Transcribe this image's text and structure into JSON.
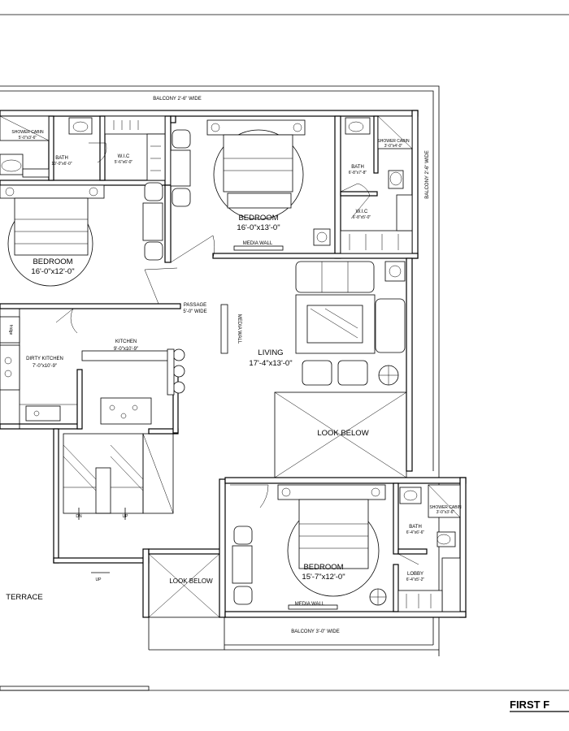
{
  "labels": {
    "balcony_top": "BALCONY 2'-6\" WIDE",
    "balcony_right": "BALCONY 2'-6\" WIDE",
    "balcony_bottom": "BALCONY 3'-0\" WIDE",
    "shower_left": "SHOWER CABIN",
    "shower_left_dim": "5'-0\"x3'-6\"",
    "bath_left": "BATH",
    "bath_left_dim": "10'-0\"x6'-0\"",
    "wic_left": "W.I.C",
    "wic_left_dim": "5'-6\"x6'-0\"",
    "bedroom_left": "BEDROOM",
    "bedroom_left_dim": "16'-0\"x12'-0\"",
    "bedroom_top": "BEDROOM",
    "bedroom_top_dim": "16'-0\"x13'-0\"",
    "media_wall_top": "MEDIA WALL",
    "bath_right": "BATH",
    "bath_right_dim": "6'-8\"x7'-8\"",
    "shower_right": "SHOWER CABIN",
    "shower_right_dim": "3'-0\"x4'-0\"",
    "wic_right": "W.I.C",
    "wic_right_dim": "6'-8\"x5'-0\"",
    "passage": "PASSAGE",
    "passage_dim": "5'-0\" WIDE",
    "media_wall_living": "MEDIA WALL",
    "living": "LIVING",
    "living_dim": "17'-4\"x13'-0\"",
    "fridge": "fridge",
    "dirty_kitchen": "DIRTY KITCHEN",
    "dirty_kitchen_dim": "7'-0\"x10'-9\"",
    "kitchen": "KITCHEN",
    "kitchen_dim": "9'-0\"x10'-9\"",
    "look_below_right": "LOOK BELOW",
    "look_below_left": "LOOK BELOW",
    "dn": "DN",
    "up_stair": "UP",
    "up_terrace": "UP",
    "terrace": "TERRACE",
    "bedroom_bottom": "BEDROOM",
    "bedroom_bottom_dim": "15'-7\"x12'-0\"",
    "media_wall_bottom": "MEDIA WALL",
    "bath_bottom": "BATH",
    "bath_bottom_dim": "6'-4\"x6'-6\"",
    "shower_bottom": "SHOWER CABIN",
    "shower_bottom_dim": "3'-0\"x3'-6\"",
    "lobby": "LOBBY",
    "lobby_dim": "6'-4\"x5'-2\"",
    "first_floor": "FIRST F"
  }
}
